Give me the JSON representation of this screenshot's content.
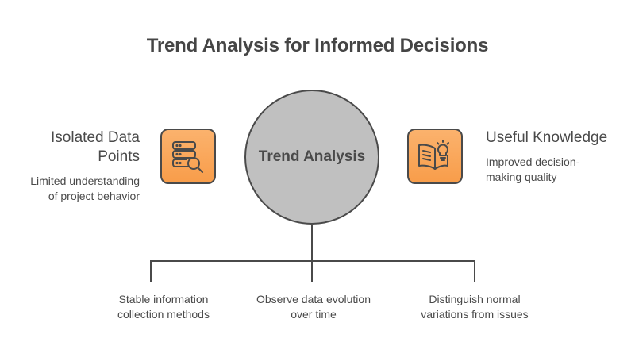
{
  "title": "Trend Analysis for Informed Decisions",
  "center": {
    "label": "Trend Analysis",
    "fill": "#c0c0c0"
  },
  "left": {
    "title_line1": "Isolated Data",
    "title_line2": "Points",
    "desc_line1": "Limited understanding",
    "desc_line2": "of project behavior",
    "icon": "database-search-icon"
  },
  "right": {
    "title": "Useful Knowledge",
    "desc_line1": "Improved decision-",
    "desc_line2": "making quality",
    "icon": "book-lightbulb-icon"
  },
  "branches": [
    {
      "line1": "Stable information",
      "line2": "collection methods"
    },
    {
      "line1": "Observe data evolution",
      "line2": "over time"
    },
    {
      "line1": "Distinguish normal",
      "line2": "variations from issues"
    }
  ],
  "colors": {
    "accent": "#f89d4a",
    "stroke": "#4a4a4a",
    "text": "#454545"
  }
}
